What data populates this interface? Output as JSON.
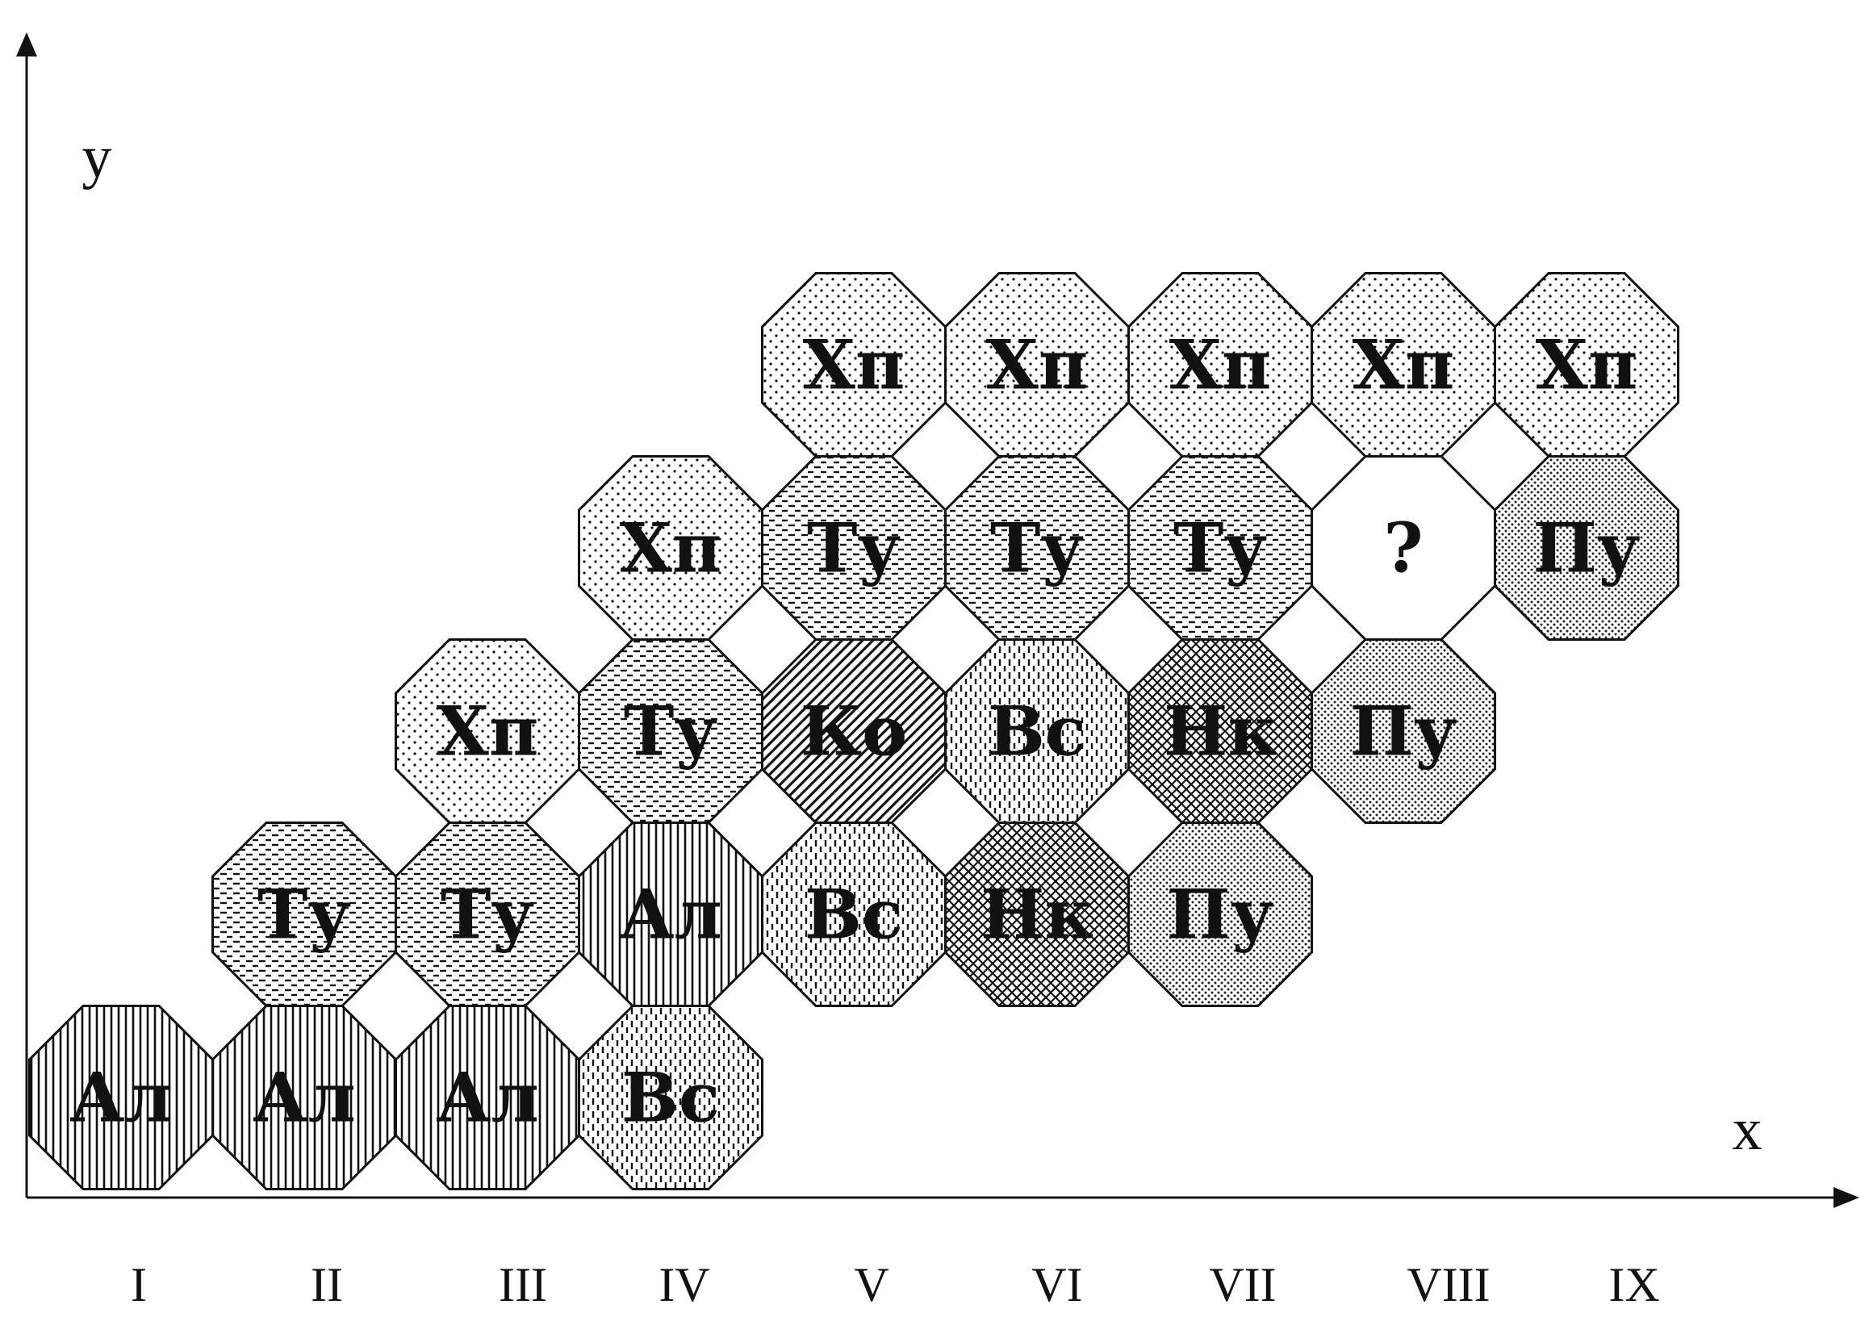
{
  "axes": {
    "x_label": "x",
    "y_label": "y"
  },
  "columns": [
    "I",
    "II",
    "III",
    "IV",
    "V",
    "VI",
    "VII",
    "VIII",
    "IX"
  ],
  "rows_count": 5,
  "cells": [
    {
      "col": 1,
      "row": 1,
      "label": "Ал",
      "pattern": "vertical"
    },
    {
      "col": 2,
      "row": 1,
      "label": "Ал",
      "pattern": "vertical"
    },
    {
      "col": 3,
      "row": 1,
      "label": "Ал",
      "pattern": "vertical"
    },
    {
      "col": 4,
      "row": 1,
      "label": "Вс",
      "pattern": "vdash"
    },
    {
      "col": 2,
      "row": 2,
      "label": "Ту",
      "pattern": "hdash"
    },
    {
      "col": 3,
      "row": 2,
      "label": "Ту",
      "pattern": "hdash"
    },
    {
      "col": 4,
      "row": 2,
      "label": "Ал",
      "pattern": "vertical"
    },
    {
      "col": 5,
      "row": 2,
      "label": "Вс",
      "pattern": "vdash"
    },
    {
      "col": 6,
      "row": 2,
      "label": "Нк",
      "pattern": "crosshatch"
    },
    {
      "col": 7,
      "row": 2,
      "label": "Пу",
      "pattern": "densedots"
    },
    {
      "col": 3,
      "row": 3,
      "label": "Хп",
      "pattern": "dots"
    },
    {
      "col": 4,
      "row": 3,
      "label": "Ту",
      "pattern": "hdash"
    },
    {
      "col": 5,
      "row": 3,
      "label": "Ко",
      "pattern": "diagonal"
    },
    {
      "col": 6,
      "row": 3,
      "label": "Вс",
      "pattern": "vdash"
    },
    {
      "col": 7,
      "row": 3,
      "label": "Нк",
      "pattern": "crosshatch"
    },
    {
      "col": 8,
      "row": 3,
      "label": "Пу",
      "pattern": "densedots"
    },
    {
      "col": 4,
      "row": 4,
      "label": "Хп",
      "pattern": "dots"
    },
    {
      "col": 5,
      "row": 4,
      "label": "Ту",
      "pattern": "hdash"
    },
    {
      "col": 6,
      "row": 4,
      "label": "Ту",
      "pattern": "hdash"
    },
    {
      "col": 7,
      "row": 4,
      "label": "Ту",
      "pattern": "hdash"
    },
    {
      "col": 8,
      "row": 4,
      "label": "?",
      "pattern": "none"
    },
    {
      "col": 9,
      "row": 4,
      "label": "Пу",
      "pattern": "densedots"
    },
    {
      "col": 5,
      "row": 5,
      "label": "Хп",
      "pattern": "dots"
    },
    {
      "col": 6,
      "row": 5,
      "label": "Хп",
      "pattern": "dots"
    },
    {
      "col": 7,
      "row": 5,
      "label": "Хп",
      "pattern": "dots"
    },
    {
      "col": 8,
      "row": 5,
      "label": "Хп",
      "pattern": "dots"
    },
    {
      "col": 9,
      "row": 5,
      "label": "Хп",
      "pattern": "dots"
    }
  ]
}
